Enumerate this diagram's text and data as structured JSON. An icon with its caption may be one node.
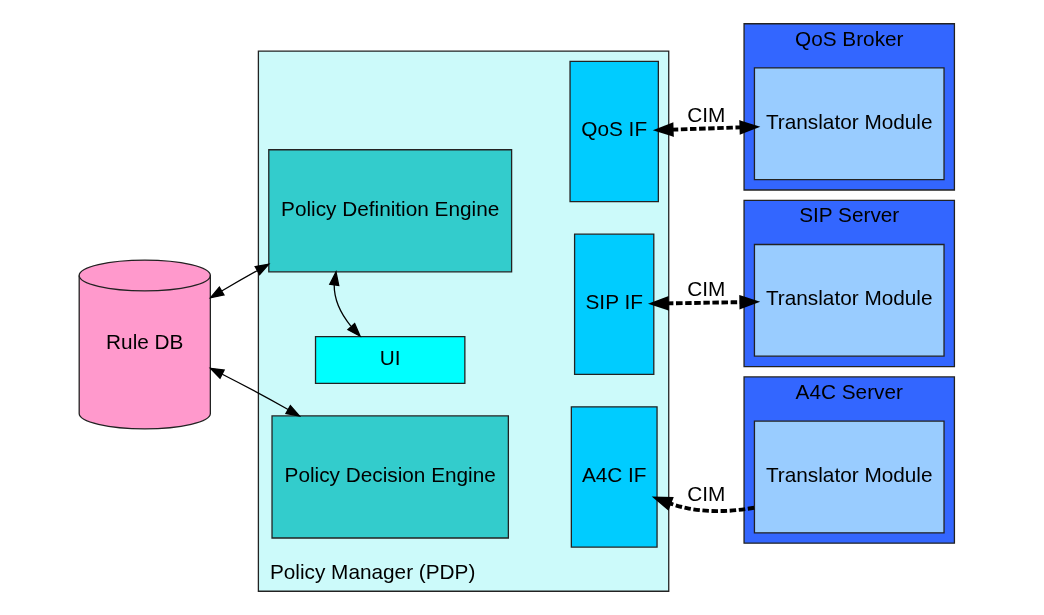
{
  "diagram": {
    "nodes": [
      {
        "text": [
          "Policy Manager (PDP)"
        ]
      },
      {
        "text": [
          "UI"
        ],
        "in": 0
      },
      {
        "text": [
          "Policy Definition Engine"
        ],
        "in": 0
      },
      {
        "text": [
          "Policy Decision Engine"
        ],
        "in": 0
      },
      {
        "text": [
          "QoS IF"
        ],
        "in": 0
      },
      {
        "text": [
          "SIP IF"
        ],
        "in": 0
      },
      {
        "text": [
          "A4C IF"
        ],
        "in": 0
      },
      {
        "text": [
          "Rule DB"
        ]
      },
      {
        "text": [
          "QoS Broker"
        ]
      },
      {
        "text": [
          "Translator Module"
        ],
        "in": 8
      },
      {
        "text": [
          "SIP Server"
        ]
      },
      {
        "text": [
          "Translator Module"
        ],
        "in": 10
      },
      {
        "text": [
          "A4C Server"
        ]
      },
      {
        "text": [
          "Translator Module"
        ],
        "in": 12
      }
    ],
    "edges": [
      {
        "from": 1,
        "to": 2,
        "arrow": "both"
      },
      {
        "from": 7,
        "to": 2,
        "arrow": "both"
      },
      {
        "from": 7,
        "to": 3,
        "arrow": "both"
      },
      {
        "from": 4,
        "to": 9,
        "arrow": "both",
        "style": "dashed",
        "label": "CIM"
      },
      {
        "from": 5,
        "to": 11,
        "arrow": "both",
        "style": "dashed",
        "label": "CIM"
      },
      {
        "from": 13,
        "to": 6,
        "arrow": "to",
        "style": "dashed",
        "label": "CIM"
      }
    ]
  }
}
